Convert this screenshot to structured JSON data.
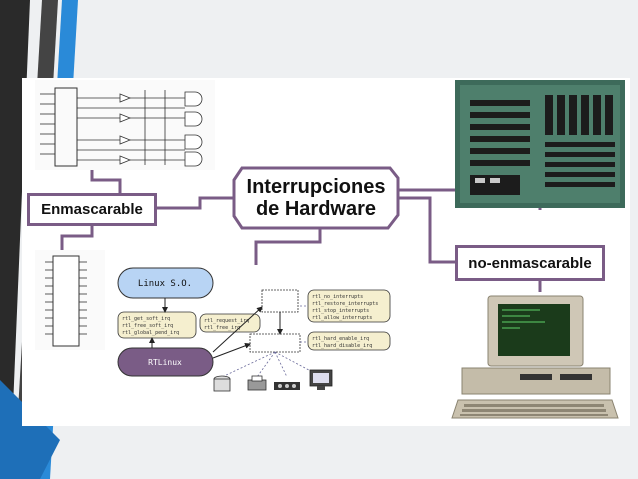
{
  "labels": {
    "enmascarable": "Enmascarable",
    "interrupciones_line1": "Interrupciones",
    "interrupciones_line2": "de Hardware",
    "no_enmascarable": "no-enmascarable"
  },
  "rtlinux_diagram": {
    "linux_so": "Linux S.O.",
    "rtlinux": "RTLinux",
    "left_funcs": [
      "rtl_get_soft_irq",
      "rtl_free_soft_irq",
      "rtl_global_pend_irq"
    ],
    "mid_funcs": [
      "rtl_request_irq",
      "rtl_free_irq"
    ],
    "right_top_funcs": [
      "rtl_no_interrupts",
      "rtl_restore_interrupts",
      "rtl_stop_interrupts",
      "rtl_allow_interrupts"
    ],
    "right_bottom_funcs": [
      "rtl_hard_enable_irq",
      "rtl_hard_disable_irq"
    ]
  },
  "colors": {
    "connector": "#7a5c86",
    "box_border": "#7a5c86",
    "linux_fill": "#b8d4f4",
    "rtlinux_fill": "#7a5c86",
    "func_fill": "#f5efcf",
    "left_stripe_dark": "#3a3a3a",
    "left_stripe_blue": "#2a8ad8"
  }
}
